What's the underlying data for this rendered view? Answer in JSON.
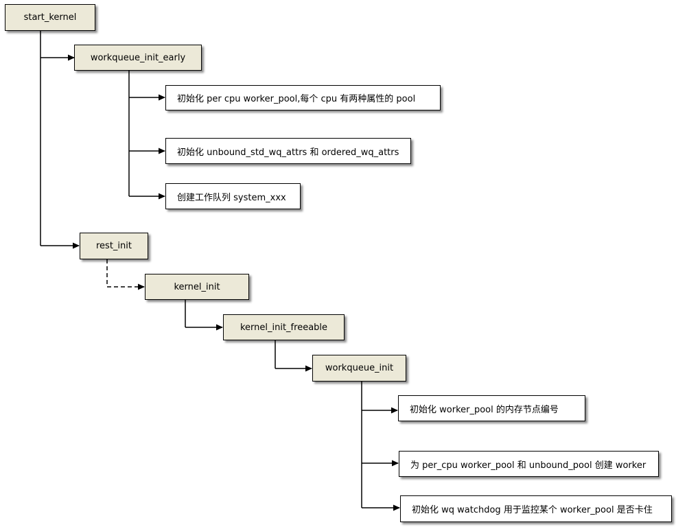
{
  "colors": {
    "function_fill": "#ece9d8",
    "note_fill": "#ffffff",
    "line": "#000000"
  },
  "nodes": {
    "start_kernel": "start_kernel",
    "workqueue_init_early": "workqueue_init_early",
    "note_percpu_pool": "初始化 per cpu    worker_pool,每个 cpu 有两种属性的 pool",
    "note_wq_attrs": "初始化 unbound_std_wq_attrs 和 ordered_wq_attrs",
    "note_system_wq": "创建工作队列 system_xxx",
    "rest_init": "rest_init",
    "kernel_init": "kernel_init",
    "kernel_init_freeable": "kernel_init_freeable",
    "workqueue_init": "workqueue_init",
    "note_numa_node": "初始化 worker_pool 的内存节点编号",
    "note_create_worker": "为  per_cpu worker_pool 和  unbound_pool 创建  worker",
    "note_watchdog": "初始化 wq watchdog 用于监控某个 worker_pool 是否卡住"
  }
}
